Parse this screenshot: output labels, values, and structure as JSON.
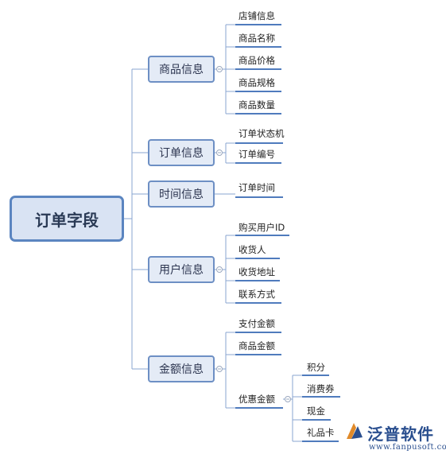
{
  "root": {
    "label": "订单字段"
  },
  "branches": [
    {
      "label": "商品信息",
      "leaves": [
        "店铺信息",
        "商品名称",
        "商品价格",
        "商品规格",
        "商品数量"
      ]
    },
    {
      "label": "订单信息",
      "leaves": [
        "订单状态机",
        "订单编号"
      ]
    },
    {
      "label": "时间信息",
      "leaves": [
        "订单时间"
      ]
    },
    {
      "label": "用户信息",
      "leaves": [
        "购买用户ID",
        "收货人",
        "收货地址",
        "联系方式"
      ]
    },
    {
      "label": "金额信息",
      "leaves": [
        "支付金额",
        "商品金额",
        "优惠金额"
      ]
    }
  ],
  "sub_branch": {
    "parent": "优惠金额",
    "leaves": [
      "积分",
      "消费券",
      "现金",
      "礼品卡"
    ]
  },
  "watermark": {
    "name": "泛普软件",
    "url": "www.fanpusoft.com"
  },
  "colors": {
    "line": "#5b85c0",
    "root_fill": "#d9e3f3",
    "branch_fill": "#e4ebf6",
    "brand": "#2a4f8f"
  }
}
